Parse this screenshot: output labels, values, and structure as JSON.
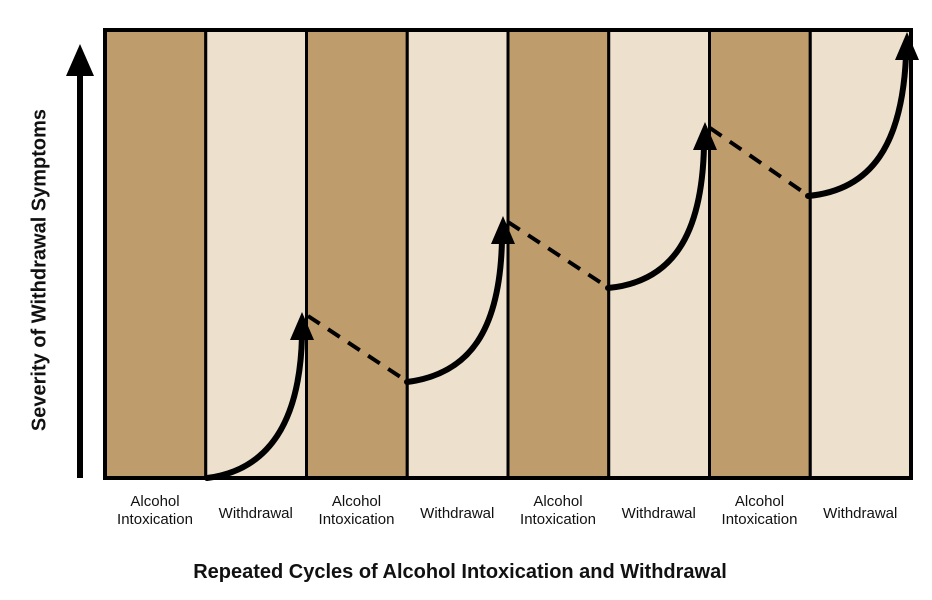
{
  "diagram": {
    "y_axis_label": "Severity of Withdrawal Symptoms",
    "x_axis_label": "Repeated Cycles of Alcohol Intoxication and Withdrawal",
    "columns": [
      {
        "label_line1": "Alcohol",
        "label_line2": "Intoxication",
        "phase": "intoxication"
      },
      {
        "label_line1": "Withdrawal",
        "label_line2": "",
        "phase": "withdrawal"
      },
      {
        "label_line1": "Alcohol",
        "label_line2": "Intoxication",
        "phase": "intoxication"
      },
      {
        "label_line1": "Withdrawal",
        "label_line2": "",
        "phase": "withdrawal"
      },
      {
        "label_line1": "Alcohol",
        "label_line2": "Intoxication",
        "phase": "intoxication"
      },
      {
        "label_line1": "Withdrawal",
        "label_line2": "",
        "phase": "withdrawal"
      },
      {
        "label_line1": "Alcohol",
        "label_line2": "Intoxication",
        "phase": "intoxication"
      },
      {
        "label_line1": "Withdrawal",
        "label_line2": "",
        "phase": "withdrawal"
      }
    ],
    "colors": {
      "intoxication": "#bf9c6c",
      "withdrawal": "#ede0cc",
      "line": "#000000"
    }
  }
}
